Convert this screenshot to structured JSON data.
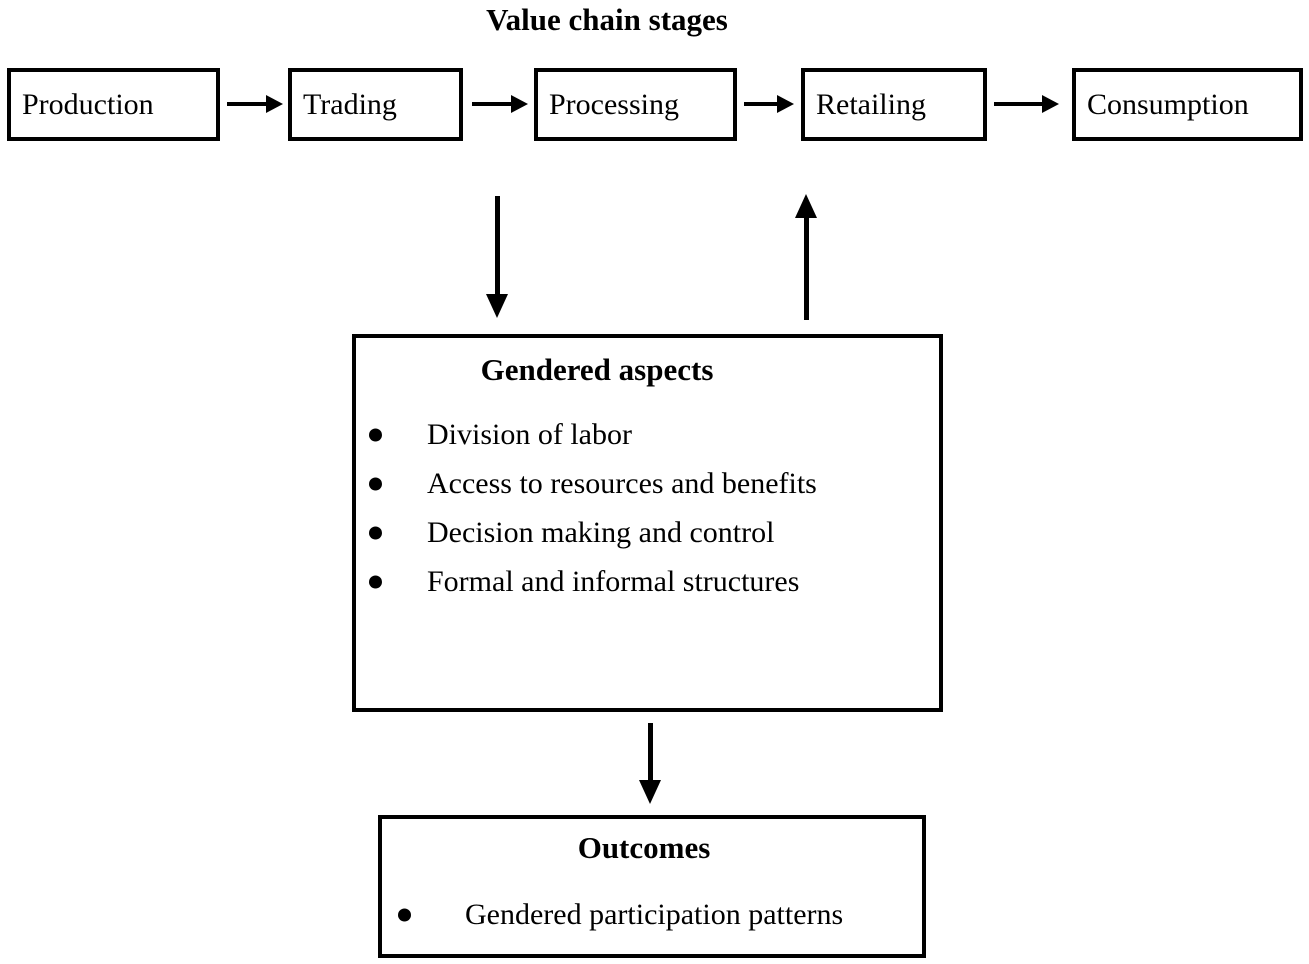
{
  "diagram": {
    "title": "Value chain stages",
    "stages": [
      {
        "label": "Production"
      },
      {
        "label": "Trading"
      },
      {
        "label": "Processing"
      },
      {
        "label": "Retailing"
      },
      {
        "label": "Consumption"
      }
    ],
    "gendered_aspects": {
      "heading": "Gendered aspects",
      "bullets": [
        "Division of labor",
        "Access to resources and benefits",
        "Decision making and control",
        "Formal and informal structures"
      ]
    },
    "outcomes": {
      "heading": "Outcomes",
      "bullets": [
        "Gendered participation patterns"
      ]
    },
    "colors": {
      "ink": "#000000",
      "background": "#ffffff"
    }
  }
}
